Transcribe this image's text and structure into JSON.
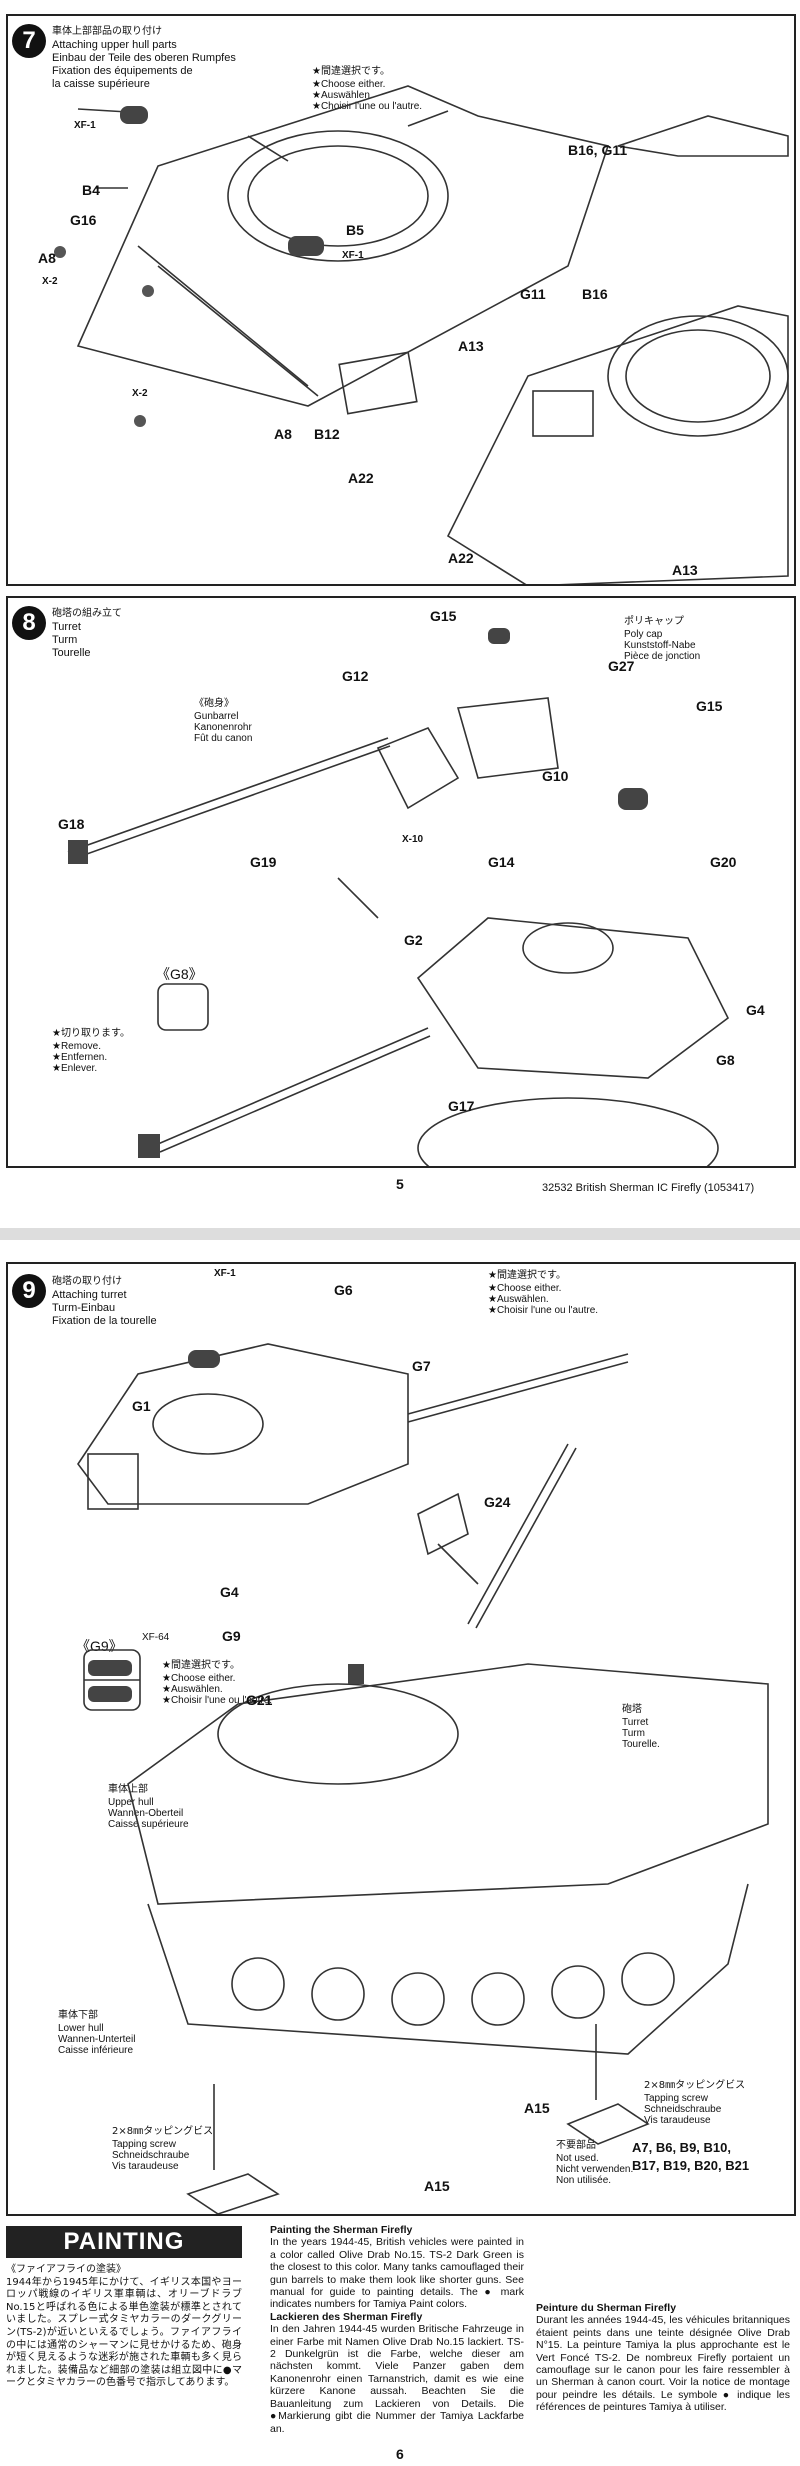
{
  "page5": {
    "folio": "5",
    "product_code": "32532 British Sherman IC Firefly (1053417)",
    "step7": {
      "number": "7",
      "title_jp": "車体上部部品の取り付け",
      "title_en": "Attaching upper hull parts",
      "title_de": "Einbau der Teile des oberen Rumpfes",
      "title_fr": "Fixation des équipements de",
      "title_fr2": "la caisse supérieure",
      "choose_note": [
        "★間違選択です。",
        "★Choose either.",
        "★Auswählen.",
        "★Choisir l'une ou l'autre."
      ],
      "labels": [
        "XF-1",
        "B4",
        "G16",
        "A8",
        "X-2",
        "B5",
        "XF-1",
        "X-2",
        "A8",
        "B12",
        "B16, G11",
        "G11",
        "B16",
        "A13",
        "A22",
        "A22",
        "A13"
      ]
    },
    "step8": {
      "number": "8",
      "title_jp": "砲塔の組み立て",
      "title_en": "Turret",
      "title_de": "Turm",
      "title_fr": "Tourelle",
      "polycap": [
        "ポリキャップ",
        "Poly cap",
        "Kunststoff-Nabe",
        "Pièce de jonction"
      ],
      "gunbarrel": [
        "《砲身》",
        "Gunbarrel",
        "Kanonenrohr",
        "Fût du canon"
      ],
      "remove_note": [
        "★切り取ります。",
        "★Remove.",
        "★Entfernen.",
        "★Enlever."
      ],
      "g8_box": "《G8》",
      "labels": [
        "G15",
        "G27",
        "G15",
        "G12",
        "G10",
        "X-10",
        "G18",
        "G19",
        "G14",
        "G20",
        "G2",
        "G4",
        "G8",
        "G17"
      ]
    }
  },
  "page6": {
    "folio": "6",
    "step9": {
      "number": "9",
      "title_jp": "砲塔の取り付け",
      "title_en": "Attaching turret",
      "title_de": "Turm-Einbau",
      "title_fr": "Fixation de la tourelle",
      "choose_note": [
        "★間違選択です。",
        "★Choose either.",
        "★Auswählen.",
        "★Choisir l'une ou l'autre."
      ],
      "g9_box": "《G9》",
      "g9_paint": "XF-64",
      "choose_note2": [
        "★間違選択です。",
        "★Choose either.",
        "★Auswählen.",
        "★Choisir l'une ou l'autre."
      ],
      "turret_label": [
        "砲塔",
        "Turret",
        "Turm",
        "Tourelle."
      ],
      "upper_hull": [
        "車体上部",
        "Upper hull",
        "Wannen-Oberteil",
        "Caisse supérieure"
      ],
      "lower_hull": [
        "車体下部",
        "Lower hull",
        "Wannen-Unterteil",
        "Caisse inférieure"
      ],
      "screw_right": [
        "2×8㎜タッピングビス",
        "Tapping screw",
        "Schneidschraube",
        "Vis taraudeuse"
      ],
      "screw_left": [
        "2×8㎜タッピングビス",
        "Tapping screw",
        "Schneidschraube",
        "Vis taraudeuse"
      ],
      "not_used_labels": [
        "不要部品",
        "Not used.",
        "Nicht verwenden.",
        "Non utilisée."
      ],
      "not_used_parts": "A7, B6, B9, B10,",
      "not_used_parts2": "B17, B19, B20, B21",
      "labels": [
        "XF-1",
        "G6",
        "G7",
        "G1",
        "G24",
        "G4",
        "G9",
        "G21",
        "A15",
        "A15"
      ]
    },
    "painting": {
      "banner": "PAINTING",
      "jp_heading": "《ファイアフライの塗装》",
      "jp_text": "1944年から1945年にかけて、イギリス本国やヨーロッパ戦線のイギリス軍車輌は、オリーブドラブNo.15と呼ばれる色による単色塗装が標準とされていました。スプレー式タミヤカラーのダークグリーン(TS-2)が近いといえるでしょう。ファイアフライの中には通常のシャーマンに見せかけるため、砲身が短く見えるような迷彩が施された車輌も多く見られました。装備品など細部の塗装は組立図中に●マークとタミヤカラーの色番号で指示してあります。",
      "en_heading": "Painting the Sherman Firefly",
      "en_text": "In the years 1944-45, British vehicles were painted in a color called Olive Drab No.15. TS-2 Dark Green is the closest to this color. Many tanks camouflaged their gun barrels to make them look like shorter guns. See manual for guide to painting details. The ● mark indicates numbers for Tamiya Paint colors.",
      "de_heading": "Lackieren des Sherman Firefly",
      "de_text": "In den Jahren 1944-45 wurden Britische Fahrzeuge in einer Farbe mit Namen Olive Drab No.15 lackiert. TS-2 Dunkelgrün ist die Farbe, welche dieser am nächsten kommt. Viele Panzer gaben dem Kanonenrohr einen Tarnanstrich, damit es wie eine kürzere Kanone aussah. Beachten Sie die Bauanleitung zum Lackieren von Details. Die ●Markierung gibt die Nummer der Tamiya Lackfarbe an.",
      "fr_heading": "Peinture du Sherman Firefly",
      "fr_text": "Durant les années 1944-45, les véhicules britanniques étaient peints dans une teinte désignée Olive Drab N°15. La peinture Tamiya la plus approchante est le Vert Foncé TS-2. De nombreux Firefly portaient un camouflage sur le canon pour les faire ressembler à un Sherman à canon court. Voir la notice de montage pour peindre les détails. Le symbole ● indique les références de peintures Tamiya à utiliser."
    }
  }
}
